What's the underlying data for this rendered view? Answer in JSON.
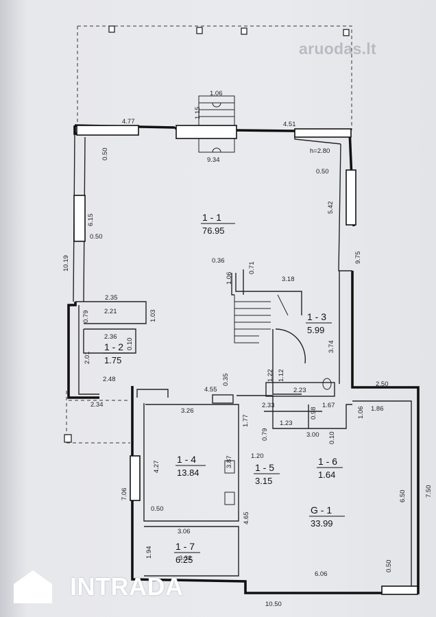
{
  "watermark": "aruodas.lt",
  "brand": {
    "name": "INTRADA",
    "icon": "house-icon"
  },
  "plan": {
    "height_label": "h=2.80",
    "rooms": [
      {
        "id": "1 - 1",
        "area": "76.95"
      },
      {
        "id": "1 - 2",
        "area": "1.75"
      },
      {
        "id": "1 - 3",
        "area": "5.99"
      },
      {
        "id": "1 - 4",
        "area": "13.84"
      },
      {
        "id": "1 - 5",
        "area": "3.15"
      },
      {
        "id": "1 - 6",
        "area": "1.64"
      },
      {
        "id": "1 - 7",
        "area": "6.25"
      },
      {
        "id": "G - 1",
        "area": "33.99"
      }
    ],
    "dimensions": [
      "1.06",
      "1.15",
      "4.77",
      "4.51",
      "9.34",
      "0.50",
      "0.50",
      "5.42",
      "6.15",
      "0.50",
      "10.19",
      "9.75",
      "0.36",
      "0.71",
      "1.06",
      "3.18",
      "2.35",
      "2.21",
      "1.03",
      "0.79",
      "2.36",
      "0.10",
      "2.01",
      "2.48",
      "2.34",
      "3.74",
      "1.22",
      "1.12",
      "2.23",
      "0.35",
      "4.55",
      "2.50",
      "3.26",
      "2.33",
      "1.77",
      "1.23",
      "0.98",
      "1.67",
      "1.06",
      "1.86",
      "0.79",
      "3.00",
      "0.10",
      "4.27",
      "3.87",
      "1.20",
      "6.50",
      "7.50",
      "7.06",
      "0.50",
      "4.65",
      "3.06",
      "1.94",
      "3.32",
      "0.50",
      "6.06",
      "10.50"
    ]
  }
}
